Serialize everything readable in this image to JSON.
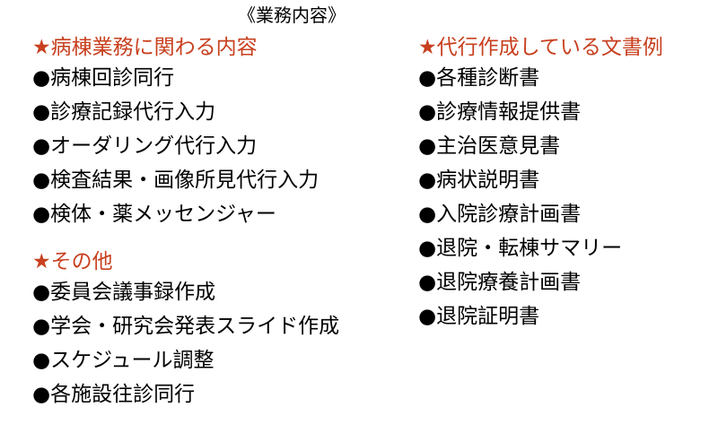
{
  "page_title": "《業務内容》",
  "colors": {
    "heading": "#c8401f",
    "text": "#000000",
    "background": "#ffffff"
  },
  "left_column": {
    "sections": [
      {
        "heading": "★病棟業務に関わる内容",
        "items": [
          "●病棟回診同行",
          "●診療記録代行入力",
          "●オーダリング代行入力",
          "●検査結果・画像所見代行入力",
          "●検体・薬メッセンジャー"
        ]
      },
      {
        "heading": "★その他",
        "items": [
          "●委員会議事録作成",
          "●学会・研究会発表スライド作成",
          "●スケジュール調整",
          "●各施設往診同行"
        ]
      }
    ]
  },
  "right_column": {
    "sections": [
      {
        "heading": "★代行作成している文書例",
        "items": [
          "●各種診断書",
          "●診療情報提供書",
          "●主治医意見書",
          "●病状説明書",
          "●入院診療計画書",
          "●退院・転棟サマリー",
          "●退院療養計画書",
          "●退院証明書"
        ]
      }
    ]
  }
}
